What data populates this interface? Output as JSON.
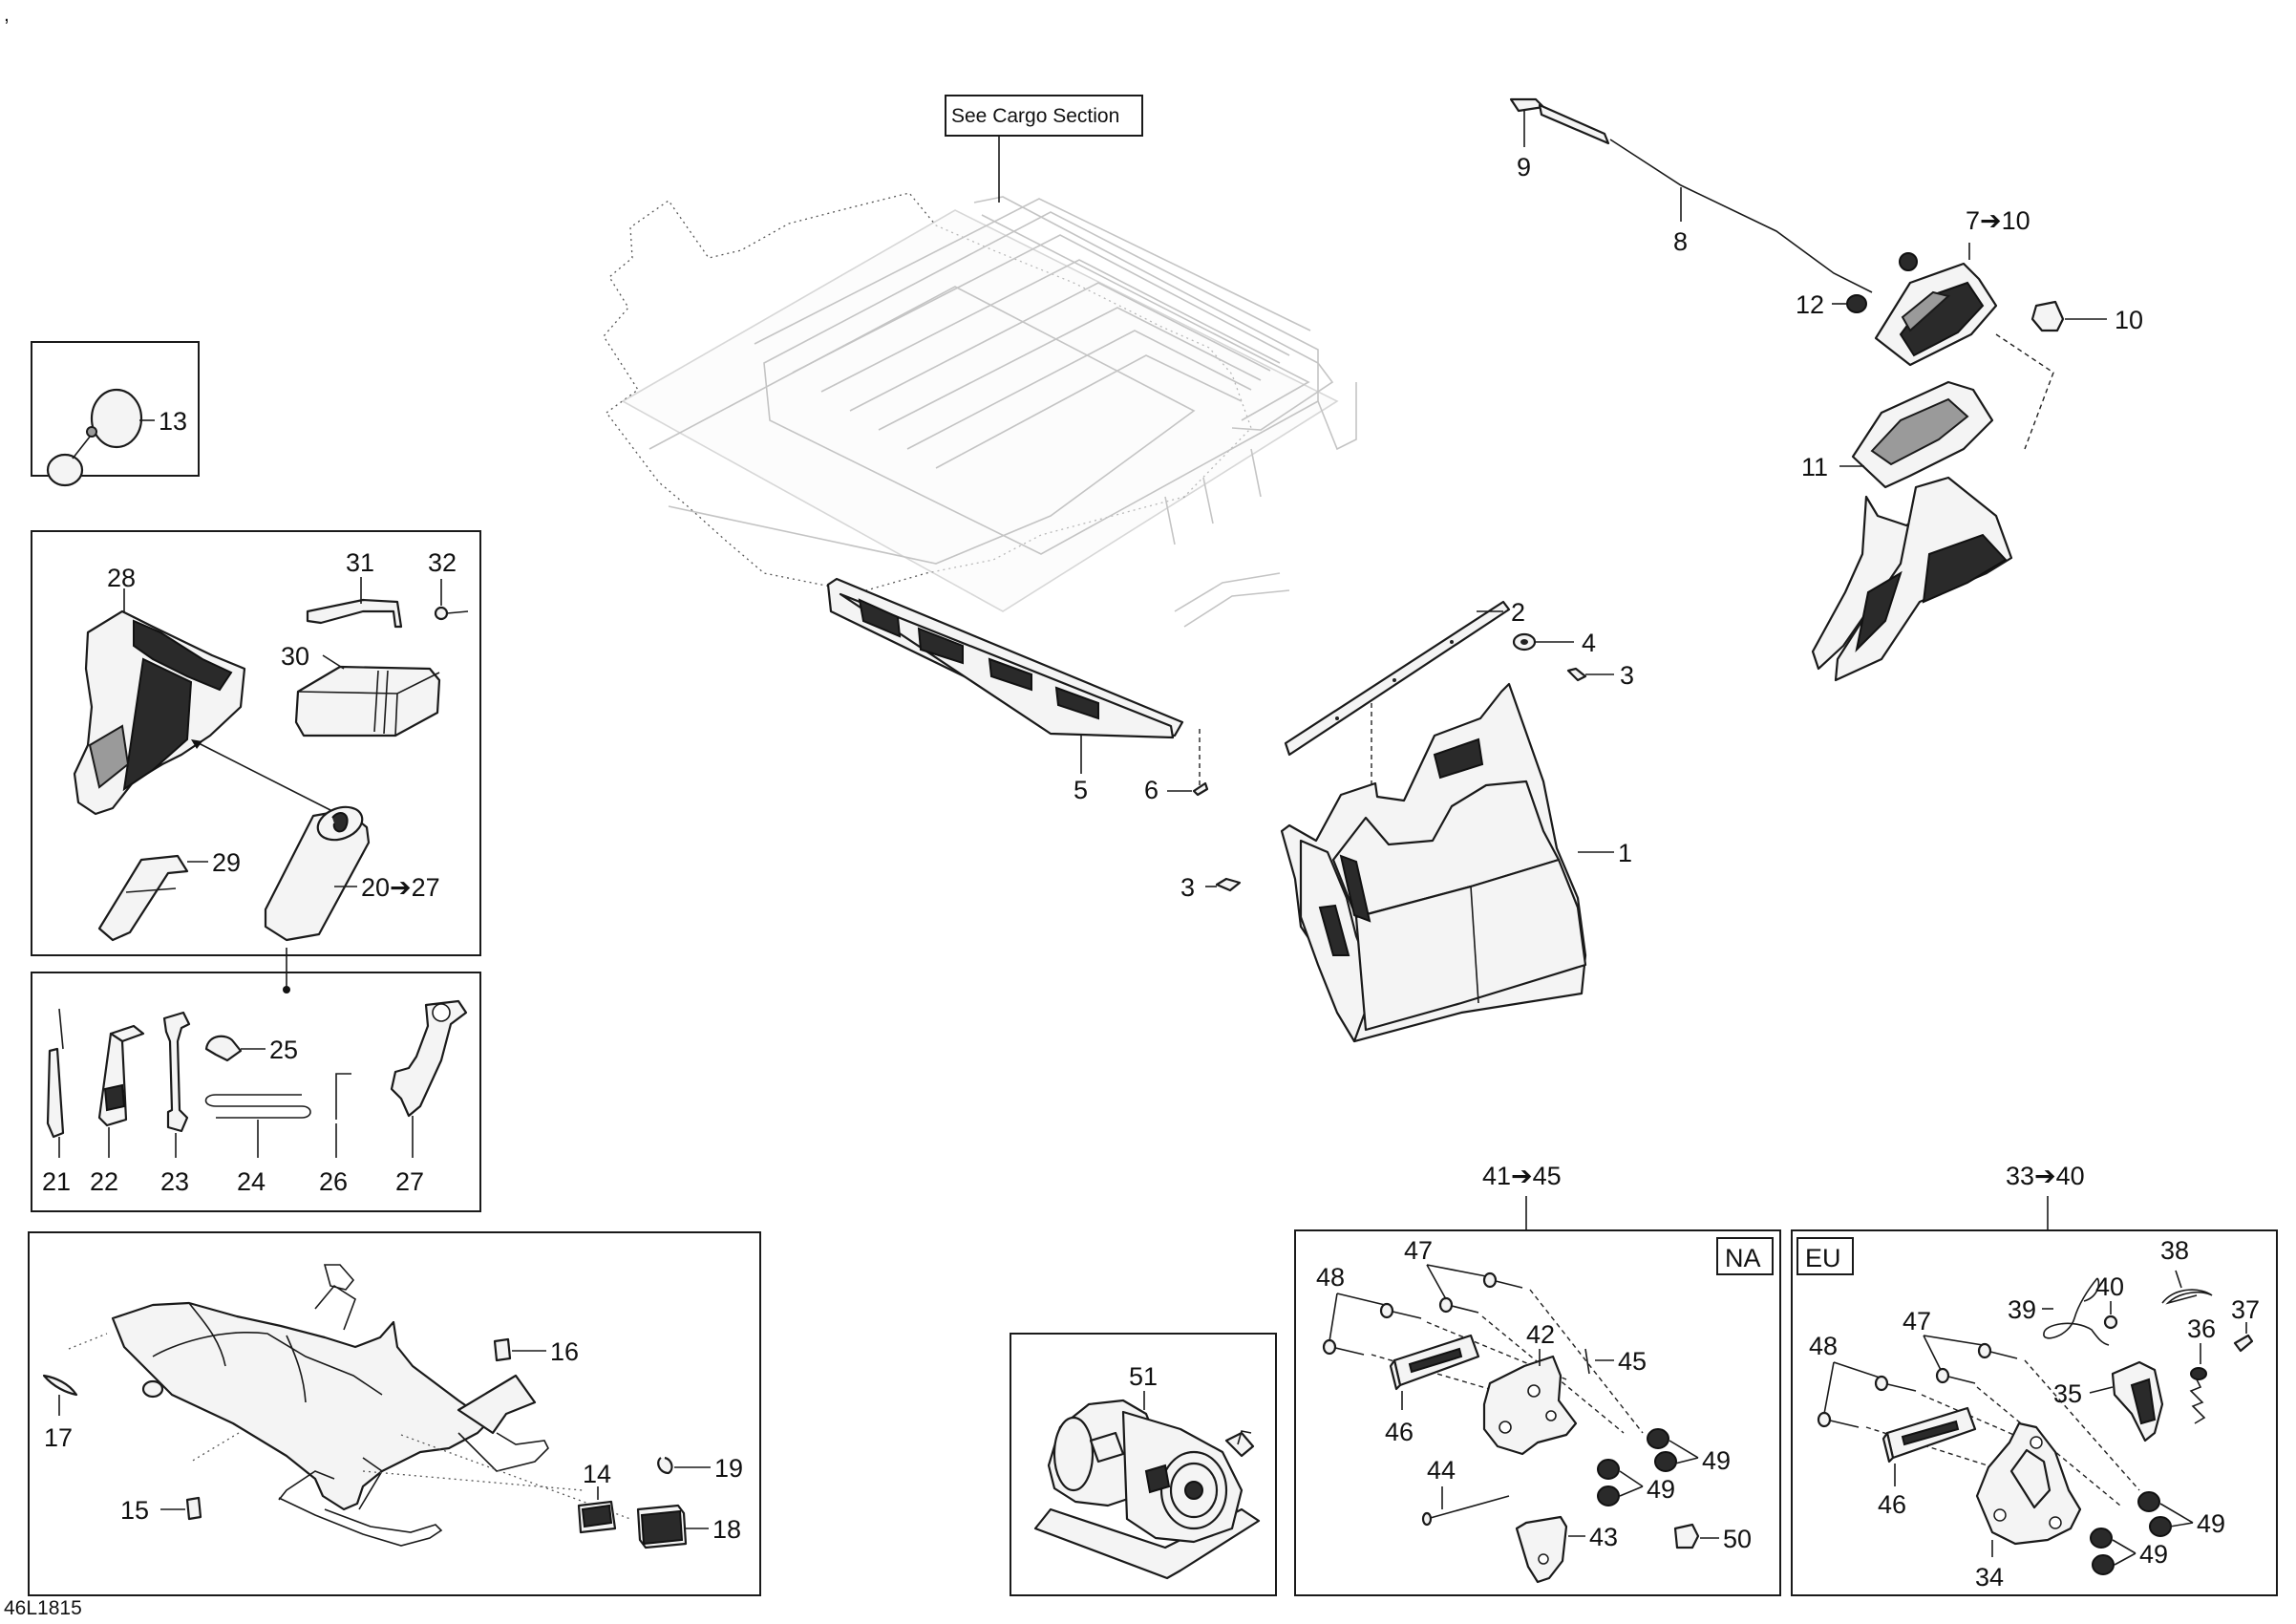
{
  "top_mark": ",",
  "figure_id": "46L1815",
  "callouts": {
    "see_cargo": "See Cargo Section",
    "c1": "1",
    "c2": "2",
    "c3a": "3",
    "c3b": "3",
    "c4": "4",
    "c5": "5",
    "c6": "6",
    "c7_10": "7➔10",
    "c8": "8",
    "c9": "9",
    "c10": "10",
    "c11": "11",
    "c12": "12",
    "c13": "13",
    "c14": "14",
    "c15": "15",
    "c16": "16",
    "c17": "17",
    "c18": "18",
    "c19": "19",
    "c20_27": "20➔27",
    "c21": "21",
    "c22": "22",
    "c23": "23",
    "c24": "24",
    "c25": "25",
    "c26": "26",
    "c27": "27",
    "c28": "28",
    "c29": "29",
    "c30": "30",
    "c31": "31",
    "c32": "32",
    "c33_40": "33➔40",
    "c34": "34",
    "c35": "35",
    "c36": "36",
    "c37": "37",
    "c38": "38",
    "c39": "39",
    "c40": "40",
    "c41_45": "41➔45",
    "c42": "42",
    "c43": "43",
    "c44": "44",
    "c45": "45",
    "c46a": "46",
    "c46b": "46",
    "c47a": "47",
    "c47b": "47",
    "c48a": "48",
    "c48b": "48",
    "c49a": "49",
    "c49b": "49",
    "c49c": "49",
    "c49d": "49",
    "c50": "50",
    "c51": "51"
  },
  "region_tags": {
    "na": "NA",
    "eu": "EU"
  }
}
